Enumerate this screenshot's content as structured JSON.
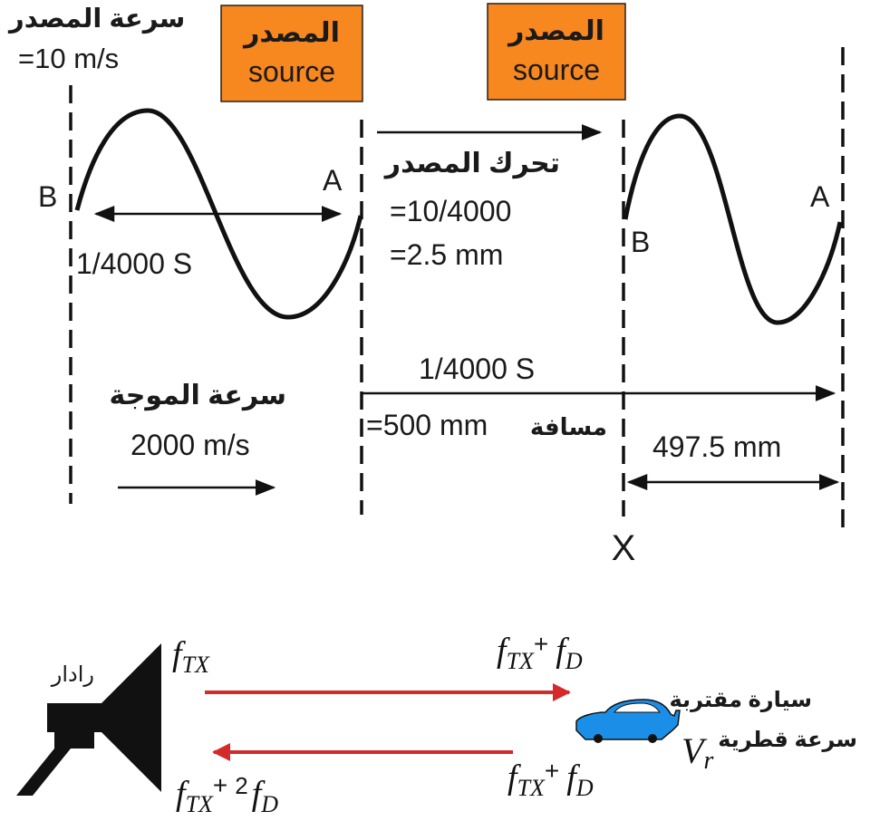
{
  "top": {
    "source_speed_ar": "سرعة المصدر",
    "source_speed_val": "=10 m/s",
    "source_box_ar": "المصدر",
    "source_box_en": "source",
    "label_b": "B",
    "label_a": "A",
    "period": "1/4000 S",
    "movement_ar": "تحرك المصدر",
    "movement_calc": "=10/4000",
    "movement_result": "=2.5 mm",
    "period2": "1/4000 S",
    "wave_speed_ar": "سرعة الموجة",
    "wave_speed_val": "2000 m/s",
    "distance_ar": "مسافة",
    "distance_val": "=500 mm",
    "wavelength": "497.5 mm",
    "observer": "X"
  },
  "bottom": {
    "radar_ar": "رادار",
    "f_tx_base": "f",
    "f_tx_sub": "TX",
    "plus": "+",
    "two": "2",
    "f_d_base": "f",
    "f_d_sub": "D",
    "car_line1_ar": "سيارة مقتربة",
    "car_line2_ar": "سرعة قطرية",
    "v_base": "V",
    "v_sub": "r"
  },
  "colors": {
    "source_box": "#f7871f",
    "arrow_red": "#d42a2a",
    "car_blue": "#1b8fe8",
    "ink": "#111111"
  }
}
